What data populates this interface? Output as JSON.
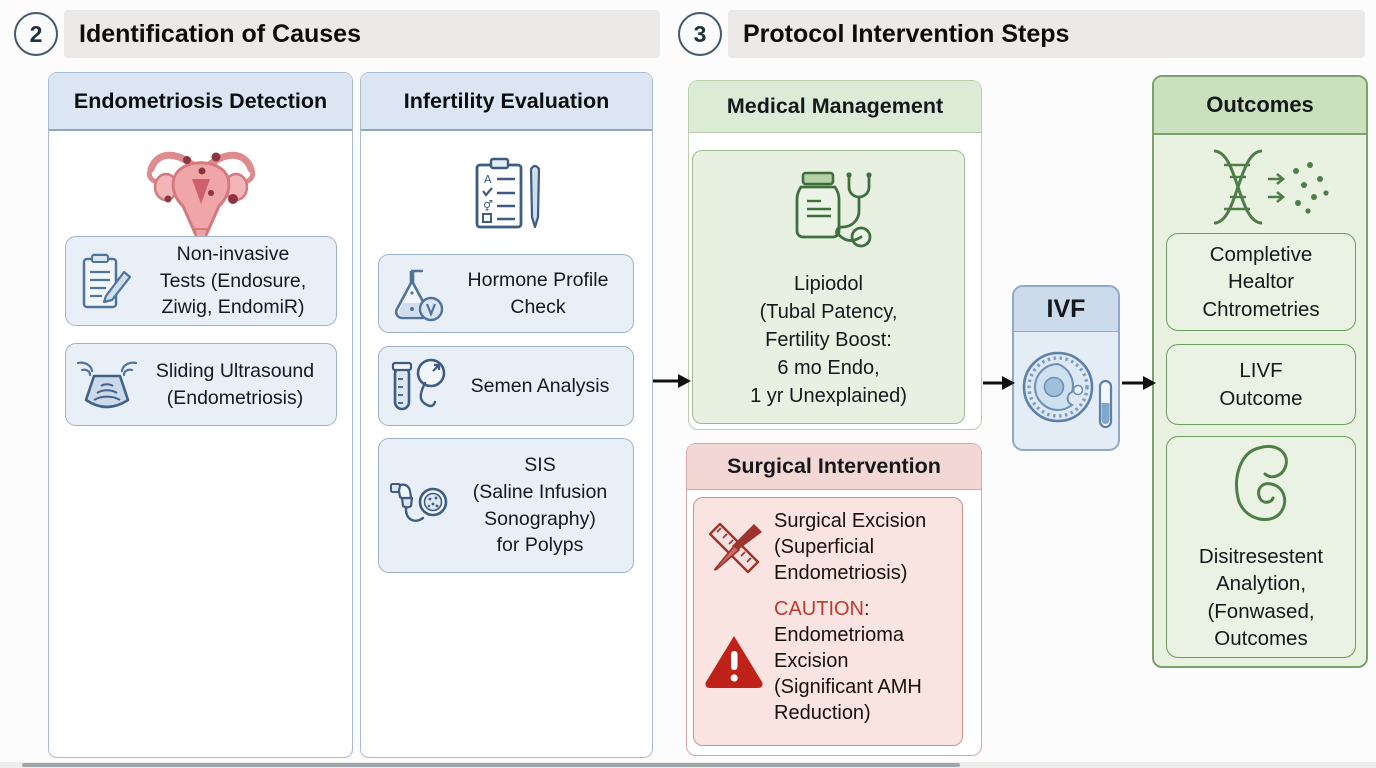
{
  "sections": {
    "causes": {
      "number": "2",
      "title": "Identification of Causes"
    },
    "protocol": {
      "number": "3",
      "title": "Protocol Intervention Steps"
    }
  },
  "endo_detection": {
    "title": "Endometriosis Detection",
    "cards": [
      {
        "icon": "clipboard-pencil-icon",
        "text": "Non-invasive\nTests (Endosure,\nZiwig, EndomiR)"
      },
      {
        "icon": "ultrasound-probe-icon",
        "text": "Sliding Ultrasound\n(Endometriosis)"
      }
    ]
  },
  "infertility_eval": {
    "title": "Infertility Evaluation",
    "cards": [
      {
        "icon": "flask-icon",
        "text": "Hormone Profile\nCheck"
      },
      {
        "icon": "semen-sample-icon",
        "text": "Semen Analysis"
      },
      {
        "icon": "sis-catheter-icon",
        "text": "SIS\n(Saline Infusion\nSonography)\nfor Polyps"
      }
    ]
  },
  "medical_management": {
    "title": "Medical Management",
    "card_text": "Lipiodol\n(Tubal Patency,\nFertility Boost:\n6 mo Endo,\n1 yr Unexplained)"
  },
  "surgical_intervention": {
    "title": "Surgical Intervention",
    "excision_text": "Surgical Excision\n(Superficial\nEndometriosis)",
    "caution_label": "CAUTION",
    "caution_colon": ":",
    "caution_text": "Endometrioma\nExcision\n(Significant AMH\nReduction)"
  },
  "ivf": {
    "title": "IVF"
  },
  "outcomes": {
    "title": "Outcomes",
    "cards": [
      {
        "text": "Completive\nHealtor\nChtrometries"
      },
      {
        "text": "LIVF\nOutcome"
      },
      {
        "icon": "fetus-icon",
        "text": "Disitresestent\nAnalytion,\n(Fonwased,\nOutcomes"
      }
    ]
  },
  "colors": {
    "blue_header": "#dbe6f2",
    "blue_border": "#8fa6c0",
    "blue_card": "#e9eff7",
    "green_header": "#dcebd6",
    "green_card": "#e7f0e1",
    "outcomes_header": "#cbe1bd",
    "outcomes_border": "#7da16d",
    "red_header": "#f3d7d4",
    "red_card": "#f9e4e1",
    "caution_red": "#bf3a31",
    "warning_red": "#bf2218",
    "arrow_black": "#111111",
    "section_bar_gray": "#ebeae9"
  }
}
